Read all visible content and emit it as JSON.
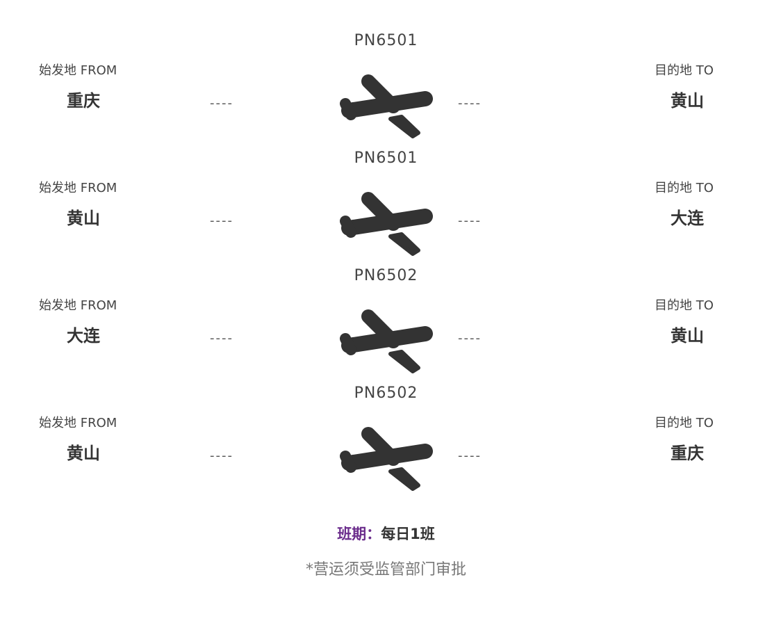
{
  "flights": [
    {
      "code": "PN6501",
      "from_label": "始发地 FROM",
      "from": "重庆",
      "to_label": "目的地 TO",
      "to": "黄山",
      "dash": "----",
      "icon": "airplane-icon"
    },
    {
      "code": "PN6501",
      "from_label": "始发地 FROM",
      "from": "黄山",
      "to_label": "目的地 TO",
      "to": "大连",
      "dash": "----",
      "icon": "airplane-icon"
    },
    {
      "code": "PN6502",
      "from_label": "始发地 FROM",
      "from": "大连",
      "to_label": "目的地 TO",
      "to": "黄山",
      "dash": "----",
      "icon": "airplane-icon"
    },
    {
      "code": "PN6502",
      "from_label": "始发地 FROM",
      "from": "黄山",
      "to_label": "目的地 TO",
      "to": "重庆",
      "dash": "----",
      "icon": "airplane-icon"
    }
  ],
  "schedule": {
    "label": "班期：",
    "value": "每日1班"
  },
  "note": "*营运须受监管部门审批",
  "colors": {
    "accent": "#6b2d8c",
    "text": "#333333"
  }
}
